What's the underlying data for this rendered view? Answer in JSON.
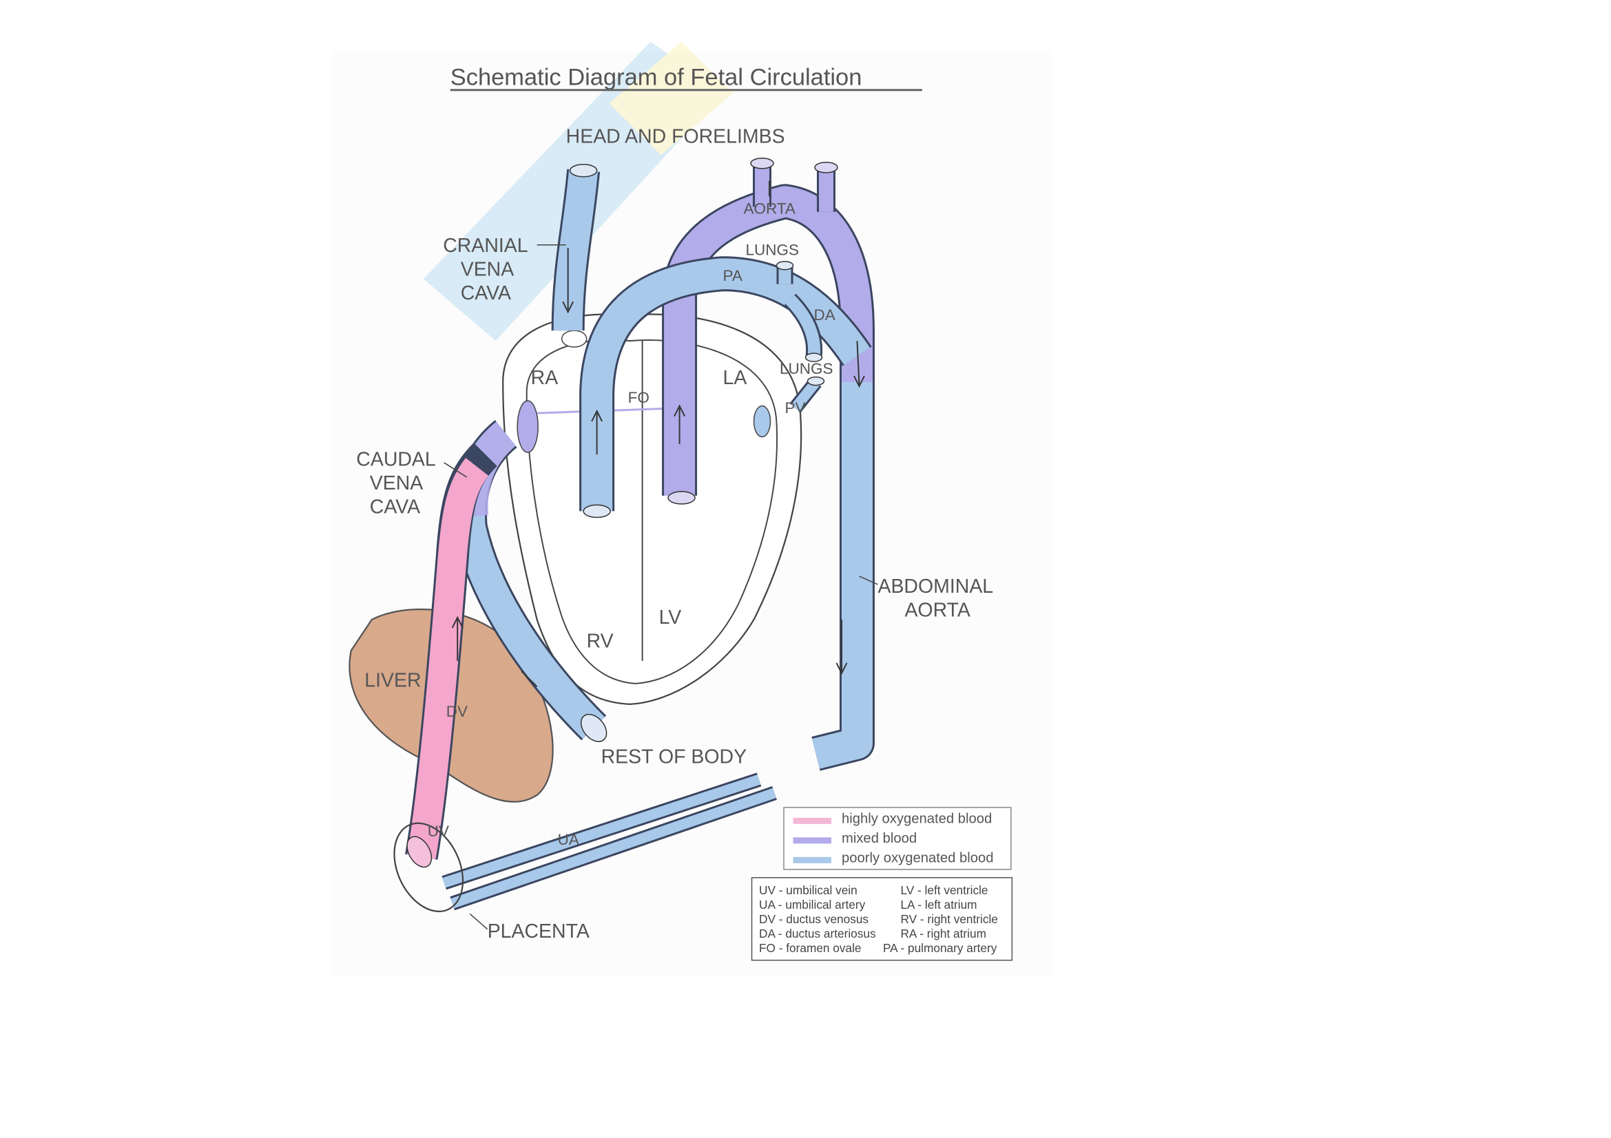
{
  "title": "Schematic Diagram of Fetal Circulation",
  "labels": {
    "head": "HEAD AND FORELIMBS",
    "cranial_1": "CRANIAL",
    "cranial_2": "VENA",
    "cranial_3": "CAVA",
    "aorta": "AORTA",
    "lungs_top": "LUNGS",
    "pa": "PA",
    "da": "DA",
    "lungs_side": "LUNGS",
    "pv": "PV",
    "ra": "RA",
    "la": "LA",
    "fo": "FO",
    "rv": "RV",
    "lv": "LV",
    "caudal_1": "CAUDAL",
    "caudal_2": "VENA",
    "caudal_3": "CAVA",
    "abdominal_1": "ABDOMINAL",
    "abdominal_2": "AORTA",
    "liver": "LIVER",
    "dv": "DV",
    "rest": "REST OF BODY",
    "uv": "UV",
    "ua": "UA",
    "placenta": "PLACENTA"
  },
  "legend": [
    {
      "label": "highly oxygenated blood",
      "color": "#f4a6cc"
    },
    {
      "label": "mixed blood",
      "color": "#b2acea"
    },
    {
      "label": "poorly oxygenated blood",
      "color": "#a9c9ea"
    }
  ],
  "abbreviations": [
    [
      "UV - umbilical vein",
      "LV - left ventricle"
    ],
    [
      "UA - umbilical artery",
      "LA - left atrium"
    ],
    [
      "DV - ductus venosus",
      "RV - right ventricle"
    ],
    [
      "DA - ductus arteriosus",
      "RA - right atrium"
    ],
    [
      "FO - foramen ovale",
      "PA - pulmonary artery"
    ]
  ]
}
